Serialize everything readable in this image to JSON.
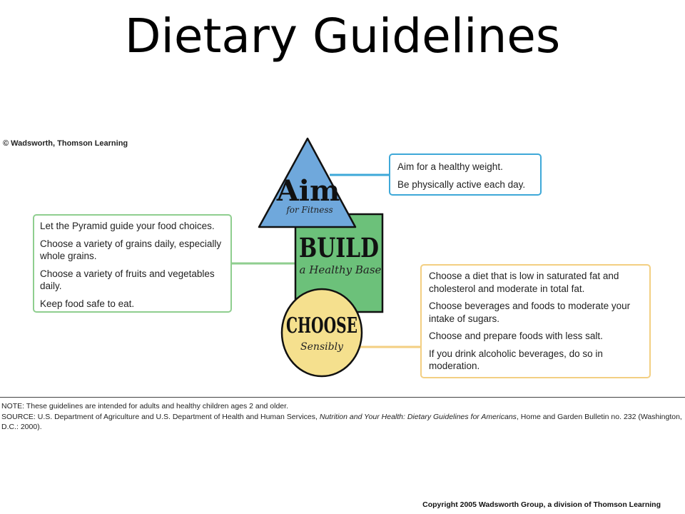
{
  "title": "Dietary Guidelines",
  "credit": "© Wadsworth, Thomson Learning",
  "aim": {
    "word": "Aim",
    "tagline": "for Fitness",
    "items": [
      "Aim for a healthy weight.",
      "Be physically active each day."
    ],
    "color": "#6fa8dc",
    "line_color": "#3ea8d8"
  },
  "build": {
    "word": "BUILD",
    "tagline": "a Healthy Base",
    "items": [
      "Let the Pyramid guide your food choices.",
      "Choose a variety of grains daily, especially whole grains.",
      "Choose a variety of fruits and vegetables daily.",
      "Keep food safe to eat."
    ],
    "color": "#6cc17a",
    "line_color": "#8fce8f"
  },
  "choose": {
    "word": "CHOOSE",
    "tagline": "Sensibly",
    "items": [
      "Choose a diet that is low in saturated fat and cholesterol and moderate in total fat.",
      "Choose beverages and foods to moderate your intake of sugars.",
      "Choose and prepare foods with less salt.",
      "If you drink alcoholic beverages, do so in moderation."
    ],
    "color": "#f5e08e",
    "line_color": "#f3cf82"
  },
  "notes": {
    "note": "NOTE: These guidelines are intended for adults and healthy children ages 2 and older.",
    "source_prefix": "SOURCE: U.S. Department of Agriculture and U.S. Department of Health and Human Services, ",
    "source_title": "Nutrition and Your Health: Dietary Guidelines for Americans",
    "source_suffix": ", Home and Garden Bulletin no. 232 (Washington, D.C.: 2000)."
  },
  "footer": {
    "copyright": "Copyright 2005 Wadsworth Group, a division of Thomson Learning"
  }
}
